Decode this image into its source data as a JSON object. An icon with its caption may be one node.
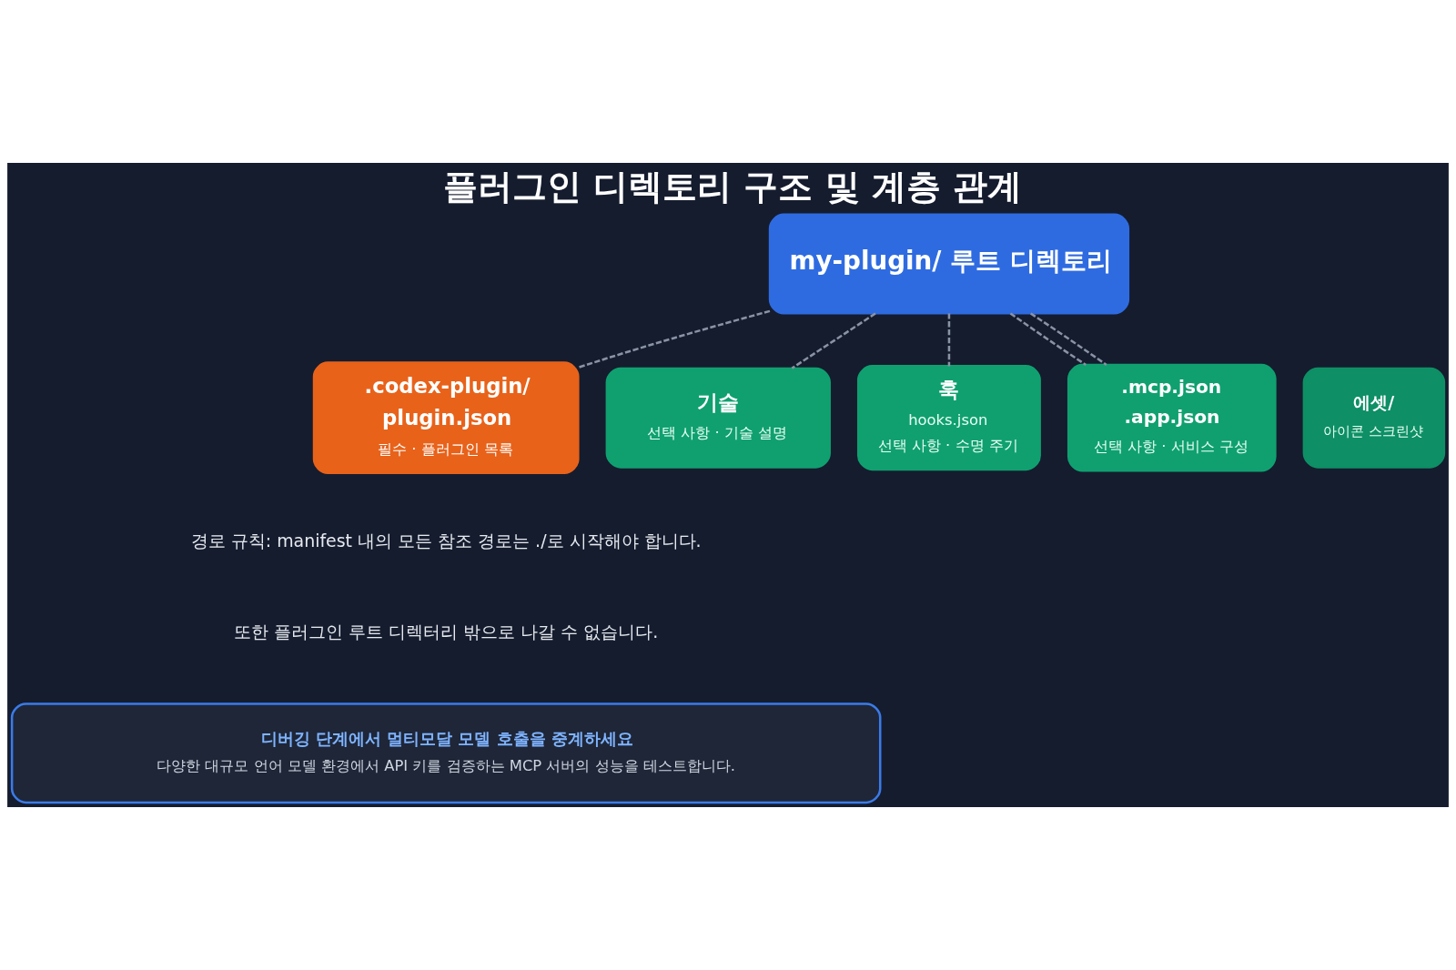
{
  "diagram": {
    "title": "플러그인 디렉토리 구조 및 계층 관계",
    "nodes": [
      {
        "text": [
          "my-plugin/ 루트 디렉토리"
        ]
      },
      {
        "text": [
          ".codex-plugin/",
          "plugin.json",
          "필수 · 플러그인 목록"
        ]
      },
      {
        "text": [
          "기술",
          "선택 사항 · 기술 설명"
        ]
      },
      {
        "text": [
          "훅",
          "hooks.json",
          "선택 사항 · 수명 주기"
        ]
      },
      {
        "text": [
          ".mcp.json",
          ".app.json",
          "선택 사항 · 서비스 구성"
        ]
      },
      {
        "text": [
          "에셋/",
          "아이콘 스크린샷"
        ]
      },
      {
        "text": [
          "디버깅 단계에서 멀티모달 모델 호출을 중계하세요",
          "다양한 대규모 언어 모델 환경에서 API 키를 검증하는 MCP 서버의 성능을 테스트합니다."
        ]
      }
    ],
    "edges": [
      {
        "from": 0,
        "to": 1,
        "arrow": "none",
        "style": "dashed"
      },
      {
        "from": 0,
        "to": 2,
        "arrow": "none",
        "style": "dashed"
      },
      {
        "from": 0,
        "to": 3,
        "arrow": "none",
        "style": "dashed"
      },
      {
        "from": 0,
        "to": 4,
        "arrow": "none",
        "style": "dashed"
      },
      {
        "from": 0,
        "to": 4,
        "arrow": "none",
        "style": "dashed"
      }
    ],
    "labels": [
      "경로 규칙: manifest 내의 모든 참조 경로는 ./로 시작해야 합니다.",
      "또한 플러그인 루트 디렉터리 밖으로 나갈 수 없습니다."
    ]
  }
}
